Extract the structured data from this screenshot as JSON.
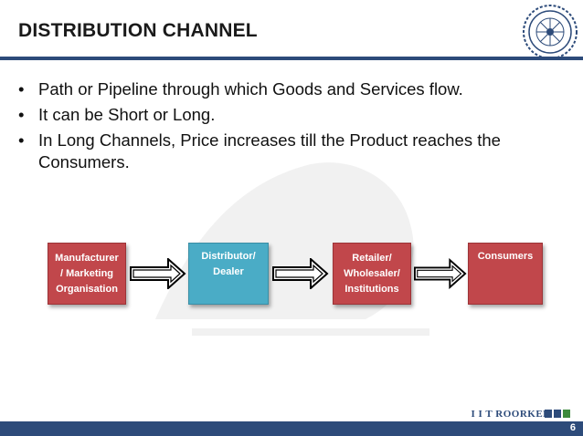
{
  "slide": {
    "title": "DISTRIBUTION CHANNEL",
    "bullets": [
      "Path or Pipeline through which Goods and Services flow.",
      "It can be Short or Long.",
      "In Long Channels, Price increases till the Product reaches the Consumers."
    ],
    "bullet_symbol": "•"
  },
  "flow": {
    "boxes": [
      {
        "label": "Manufacturer\n/ Marketing\nOrganisation",
        "color": "#c1474b"
      },
      {
        "label": "Distributor/\nDealer",
        "color": "#4aacc6"
      },
      {
        "label": "Retailer/\nWholesaler/\nInstitutions",
        "color": "#c1474b"
      },
      {
        "label": "Consumers",
        "color": "#c1474b"
      }
    ],
    "arrow_icon": "right-arrow-icon"
  },
  "footer": {
    "brand": "I I T ROORKEE",
    "page_number": "6",
    "brand_colors": [
      "#2d4b7a",
      "#2d4b7a",
      "#3c8a3c"
    ]
  },
  "logo": {
    "icon": "iit-roorkee-seal-icon"
  },
  "watermark": {
    "icon": "lion-watermark-icon"
  }
}
